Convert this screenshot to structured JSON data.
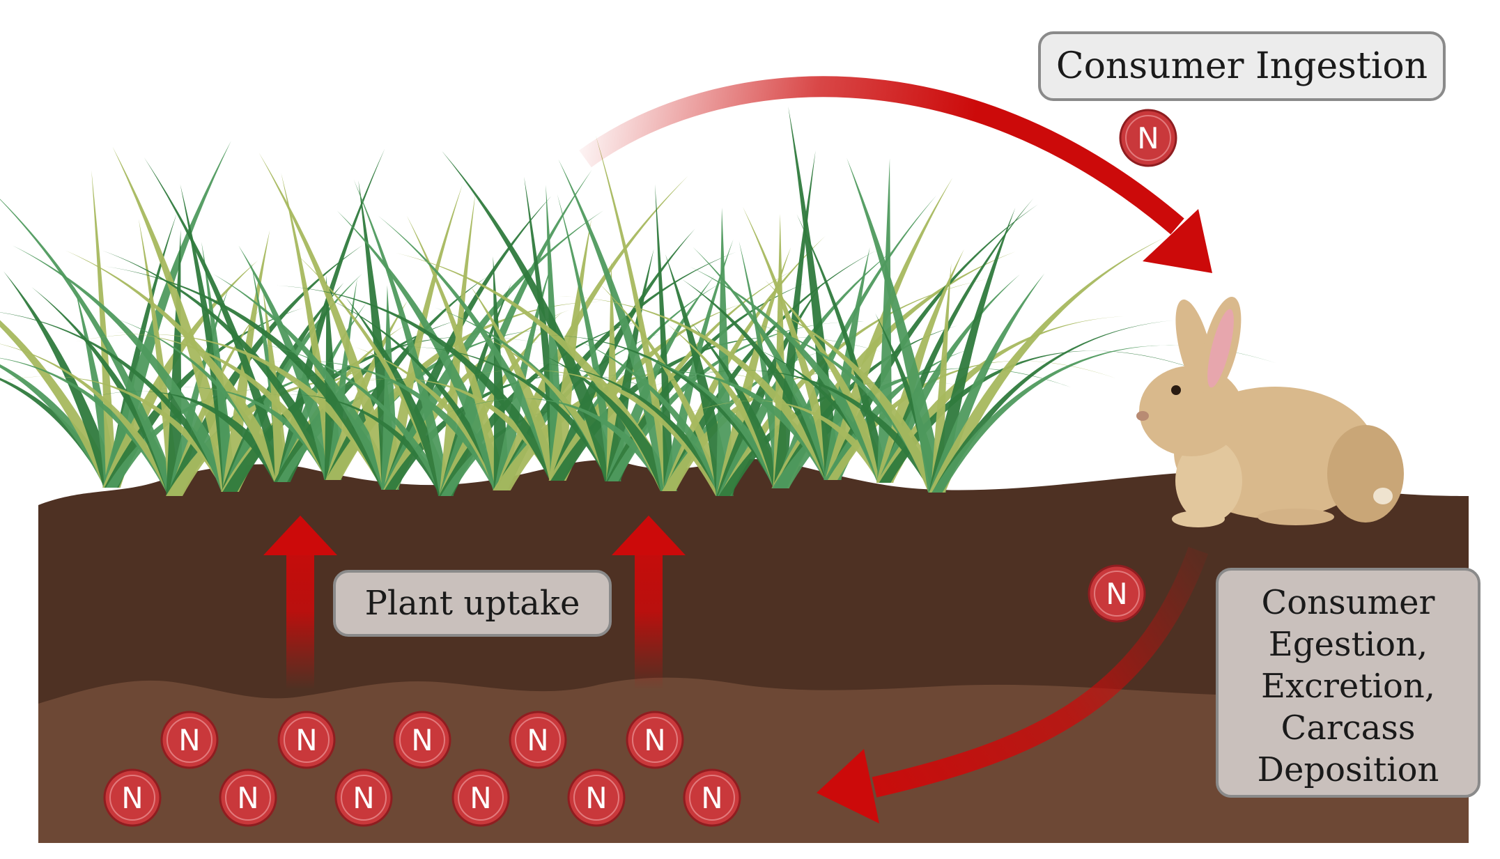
{
  "labels": {
    "consumer_ingestion": "Consumer Ingestion",
    "plant_uptake": "Plant uptake",
    "consumer_return": [
      "Consumer",
      "Egestion,",
      "Excretion,",
      "Carcass",
      "Deposition"
    ]
  },
  "nutrient_symbol": "N",
  "colors": {
    "arrow": "#cc0a0a",
    "topsoil": "#4e3123",
    "subsoil": "#6d4835",
    "nutrient": "#c9383b",
    "grass_dark": "#2f7a3d",
    "grass_mid": "#4f9a5e",
    "grass_light": "#a6b85e",
    "rabbit": "#d9b98c"
  }
}
